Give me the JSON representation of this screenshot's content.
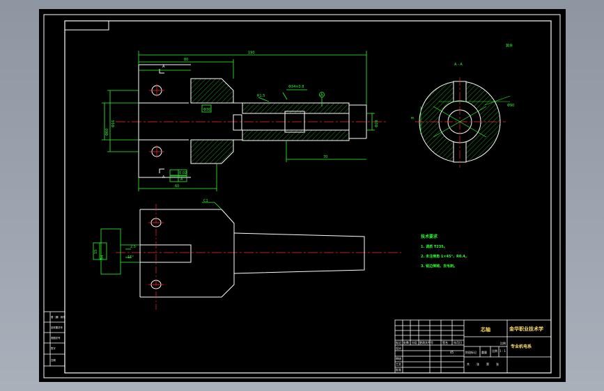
{
  "title_block": {
    "part_name": "芯轴",
    "school": "金华职业技术学",
    "department": "专业机电系",
    "material": "45",
    "scale_row": [
      "比例",
      "1 : 1"
    ],
    "header_labels": [
      "标记",
      "处数",
      "分区",
      "更改文件号",
      "签名",
      "年月日"
    ],
    "row_labels": [
      "设计",
      "审核",
      "工艺",
      "批准"
    ],
    "stage_labels": [
      "阶段标记",
      "重量",
      "比例"
    ],
    "sheet_labels": [
      "共",
      "张",
      "第",
      "张"
    ]
  },
  "side_stamp": [
    "借（通）用件",
    "旧底图总号",
    "底图总号",
    "签字",
    "日期"
  ],
  "tech_req": {
    "title": "技术要求",
    "items": [
      "1. 调质 T235。",
      "2. 未注倒角 1×45°，R0.4。",
      "3. 锐边倒钝，去毛刺。"
    ]
  },
  "roughness_note": "其余",
  "section_label": "A - A",
  "section_markers": [
    "A",
    "A"
  ],
  "datum_label": "A",
  "dims": {
    "overall": "190",
    "left_part": "80",
    "dia_small": "Φ16",
    "flange": "Φ60",
    "bore": "Φ30",
    "thread": "Φ34×0.8",
    "chamfer": "R1.5",
    "bottom": "60",
    "right": "Φ28",
    "right_len": "70",
    "section_dia": "Φ90",
    "key": "8",
    "slot": "2.5",
    "angle": "15°",
    "chamfer2": "C1",
    "side_dims": [
      "54",
      "15"
    ],
    "tol": [
      "0.02",
      "A"
    ]
  }
}
